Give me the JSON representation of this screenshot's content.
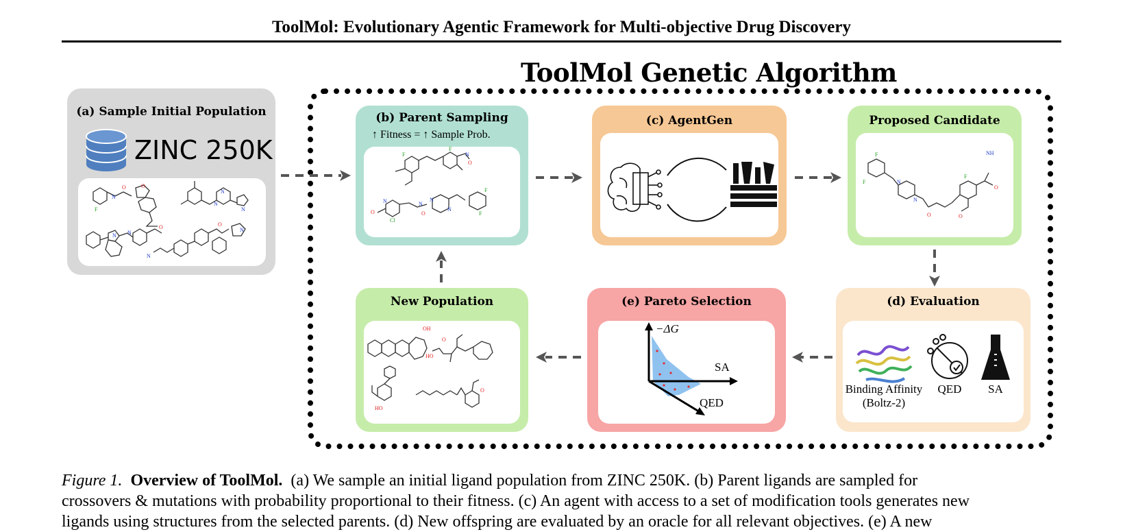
{
  "header": {
    "title": "ToolMol: Evolutionary Agentic Framework for Multi-objective Drug Discovery"
  },
  "figure": {
    "ga_title": "ToolMol Genetic Algorithm",
    "panel_a": {
      "title": "(a) Sample Initial Population",
      "database_label": "ZINC 250K"
    },
    "panel_b": {
      "title": "(b) Parent Sampling",
      "subtitle_left": "Fitness =",
      "subtitle_right": "Sample Prob."
    },
    "panel_c": {
      "title": "(c) AgentGen"
    },
    "panel_proposed": {
      "title": "Proposed Candidate"
    },
    "panel_d": {
      "title": "(d) Evaluation",
      "labels": [
        "Binding Affinity",
        "(Boltz-2)",
        "QED",
        "SA"
      ]
    },
    "panel_e": {
      "title": "(e) Pareto Selection",
      "axis_y": "−ΔG",
      "axis_sa": "SA",
      "axis_qed": "QED"
    },
    "panel_new": {
      "title": "New Population"
    }
  },
  "caption": {
    "fig_label": "Figure 1.",
    "bold_title": "Overview of ToolMol.",
    "text_line1": "(a) We sample an initial ligand population from ZINC 250K. (b) Parent ligands are sampled for",
    "text_line2": "crossovers & mutations with probability proportional to their fitness. (c) An agent with access to a set of modification tools generates new",
    "text_line3": "ligands using structures from the selected parents. (d) New offspring are evaluated by an oracle for all relevant objectives. (e) A new"
  },
  "colors": {
    "panel_a_bg": "#d8d8d8",
    "panel_b_bg": "#b1e0d2",
    "panel_c_bg": "#f6c895",
    "panel_proposed_bg": "#c6ecaa",
    "panel_d_bg": "#fbe6cc",
    "panel_e_bg": "#f7a5a5",
    "panel_new_bg": "#c6ecaa",
    "db_icon": "#4f7fbf",
    "pareto_fill": "#8fc2ef",
    "arrow": "#555555"
  }
}
